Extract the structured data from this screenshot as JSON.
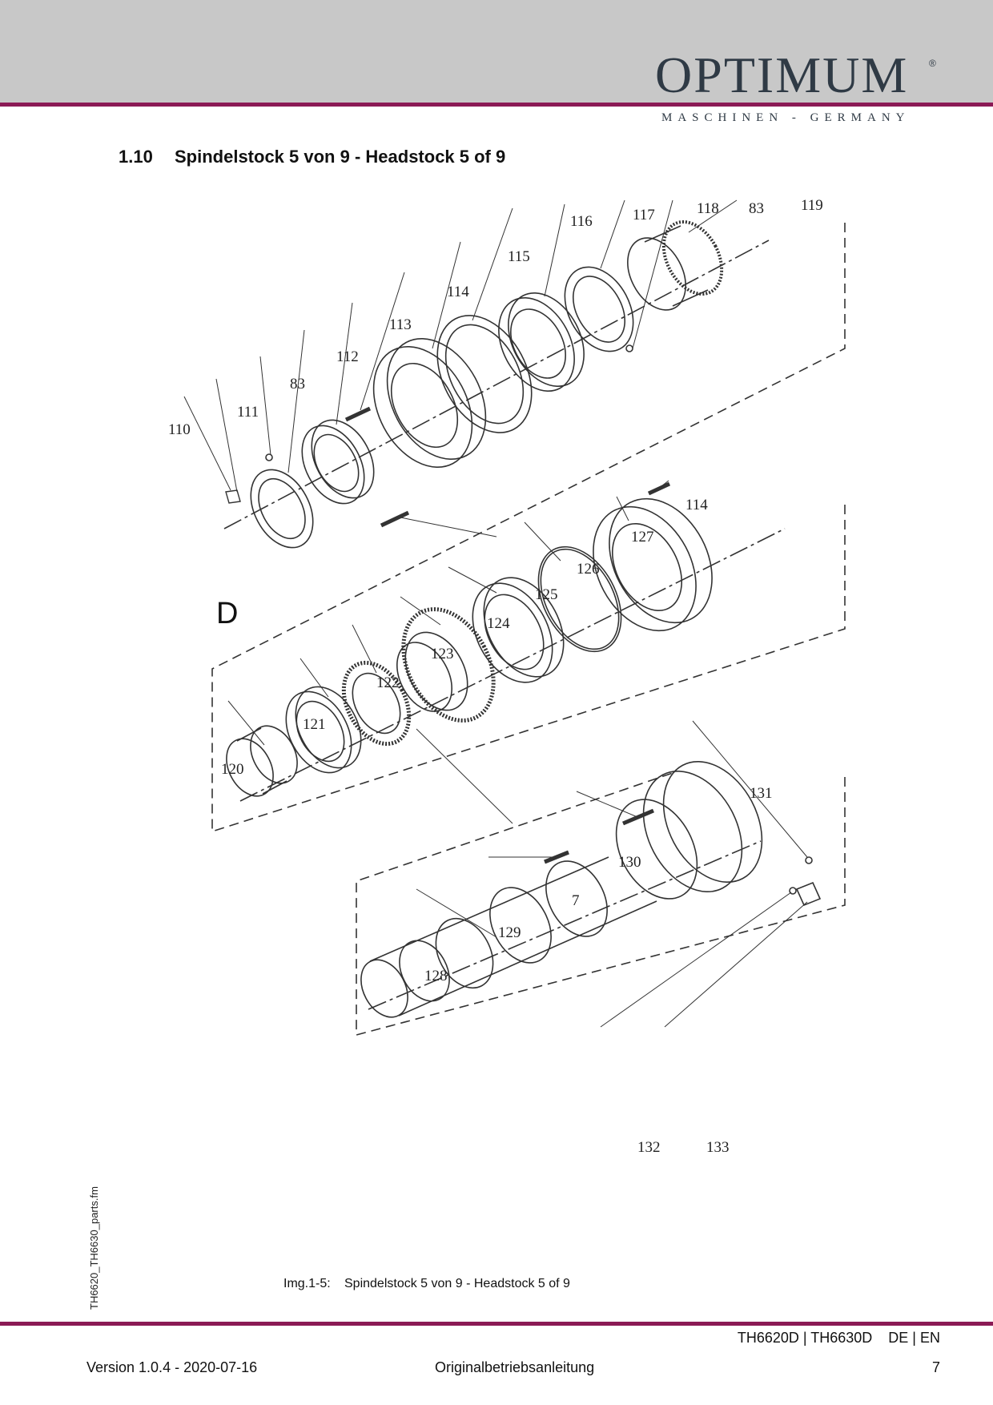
{
  "header": {
    "logo_text": "OPTIMUM",
    "logo_reg": "®",
    "logo_subtitle": "MASCHINEN - GERMANY",
    "brand_color": "#8b1a55",
    "band_color": "#c8c8c8"
  },
  "section": {
    "number": "1.10",
    "title": "Spindelstock 5 von 9 - Headstock  5 of 9"
  },
  "diagram": {
    "view_letter": "D",
    "part_labels": [
      "110",
      "111",
      "83",
      "112",
      "113",
      "114",
      "115",
      "116",
      "117",
      "118",
      "83",
      "119",
      "114",
      "127",
      "126",
      "125",
      "124",
      "123",
      "122",
      "121",
      "120",
      "7",
      "131",
      "130",
      "129",
      "128",
      "132",
      "133"
    ]
  },
  "side_file": "TH6620_TH6630_parts.fm",
  "caption": {
    "label": "Img.1-5:",
    "text": "Spindelstock 5 von 9 - Headstock  5 of 9"
  },
  "footer": {
    "models": "TH6620D | TH6630D    DE | EN",
    "version": "Version 1.0.4 - 2020-07-16",
    "document": "Originalbetriebsanleitung",
    "page": "7"
  }
}
